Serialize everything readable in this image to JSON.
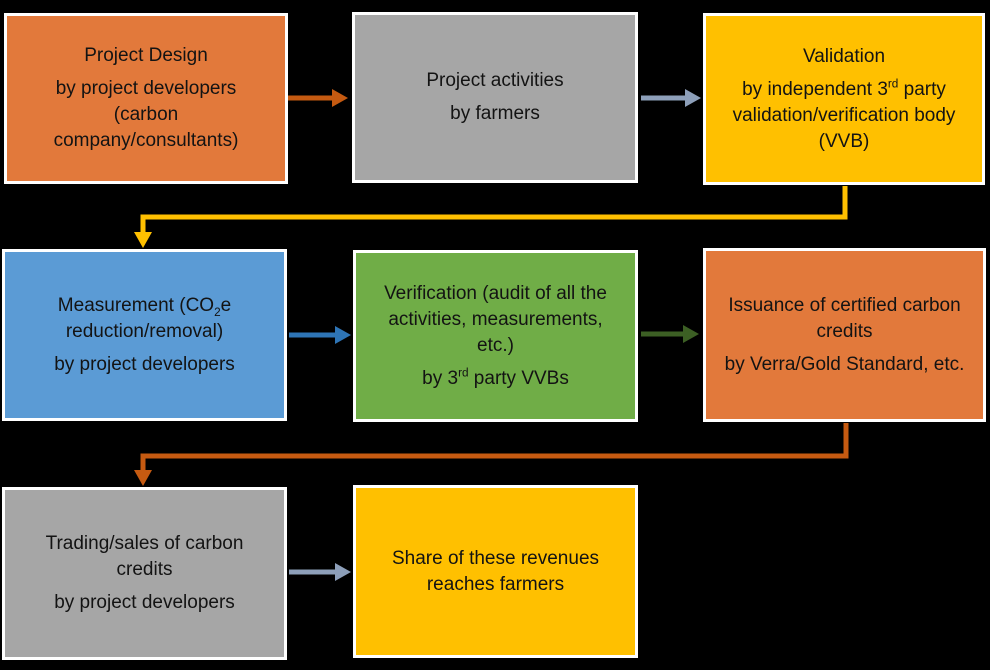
{
  "colors": {
    "background": "#000000",
    "box_border": "#FFFFFF",
    "text": "#131313",
    "box_orange": "#E2793B",
    "box_gray": "#A6A6A6",
    "box_yellow": "#FFC000",
    "box_blue": "#5B9BD5",
    "box_green": "#70AD47",
    "arrow_orange": "#C55A11",
    "arrow_bluegray": "#8D9FB9",
    "arrow_yellow": "#FFC000",
    "arrow_blue": "#2E75B6",
    "arrow_green": "#3C5F24"
  },
  "boxes": [
    {
      "name": "project-design",
      "color": "orange",
      "lines": [
        [
          {
            "t": "Project Design"
          }
        ],
        [
          {
            "t": "by project developers (carbon company/consultants)"
          }
        ]
      ]
    },
    {
      "name": "project-activities",
      "color": "gray",
      "lines": [
        [
          {
            "t": "Project activities"
          }
        ],
        [
          {
            "t": "by farmers"
          }
        ]
      ]
    },
    {
      "name": "validation",
      "color": "yellow",
      "lines": [
        [
          {
            "t": "Validation"
          }
        ],
        [
          {
            "t": "by independent 3"
          },
          {
            "t": "rd",
            "s": "sup"
          },
          {
            "t": " party validation/verification body (VVB)"
          }
        ]
      ]
    },
    {
      "name": "measurement",
      "color": "blue",
      "lines": [
        [
          {
            "t": "Measurement (CO"
          },
          {
            "t": "2",
            "s": "sub"
          },
          {
            "t": "e reduction/removal)"
          }
        ],
        [
          {
            "t": "by project developers"
          }
        ]
      ]
    },
    {
      "name": "verification",
      "color": "green",
      "lines": [
        [
          {
            "t": "Verification (audit of all the activities, measurements, etc.)"
          }
        ],
        [
          {
            "t": "by 3"
          },
          {
            "t": "rd",
            "s": "sup"
          },
          {
            "t": " party VVBs"
          }
        ]
      ]
    },
    {
      "name": "issuance",
      "color": "orange",
      "lines": [
        [
          {
            "t": "Issuance of certified carbon credits"
          }
        ],
        [
          {
            "t": "by Verra/Gold Standard, etc."
          }
        ]
      ]
    },
    {
      "name": "trading",
      "color": "gray",
      "lines": [
        [
          {
            "t": "Trading/sales of carbon credits"
          }
        ],
        [
          {
            "t": "by project developers"
          }
        ]
      ]
    },
    {
      "name": "revenue-share",
      "color": "yellow",
      "lines": [
        [
          {
            "t": "Share of these revenues reaches farmers"
          }
        ]
      ]
    }
  ],
  "arrows": [
    {
      "name": "arrow-design-to-activities",
      "from": "project-design",
      "to": "project-activities",
      "color": "#C55A11"
    },
    {
      "name": "arrow-activities-to-validation",
      "from": "project-activities",
      "to": "validation",
      "color": "#8D9FB9"
    },
    {
      "name": "arrow-validation-to-measurement",
      "from": "validation",
      "to": "measurement",
      "color": "#FFC000"
    },
    {
      "name": "arrow-measurement-to-verification",
      "from": "measurement",
      "to": "verification",
      "color": "#2E75B6"
    },
    {
      "name": "arrow-verification-to-issuance",
      "from": "verification",
      "to": "issuance",
      "color": "#3C5F24"
    },
    {
      "name": "arrow-issuance-to-trading",
      "from": "issuance",
      "to": "trading",
      "color": "#C55A11"
    },
    {
      "name": "arrow-trading-to-share",
      "from": "trading",
      "to": "revenue-share",
      "color": "#8D9FB9"
    }
  ]
}
